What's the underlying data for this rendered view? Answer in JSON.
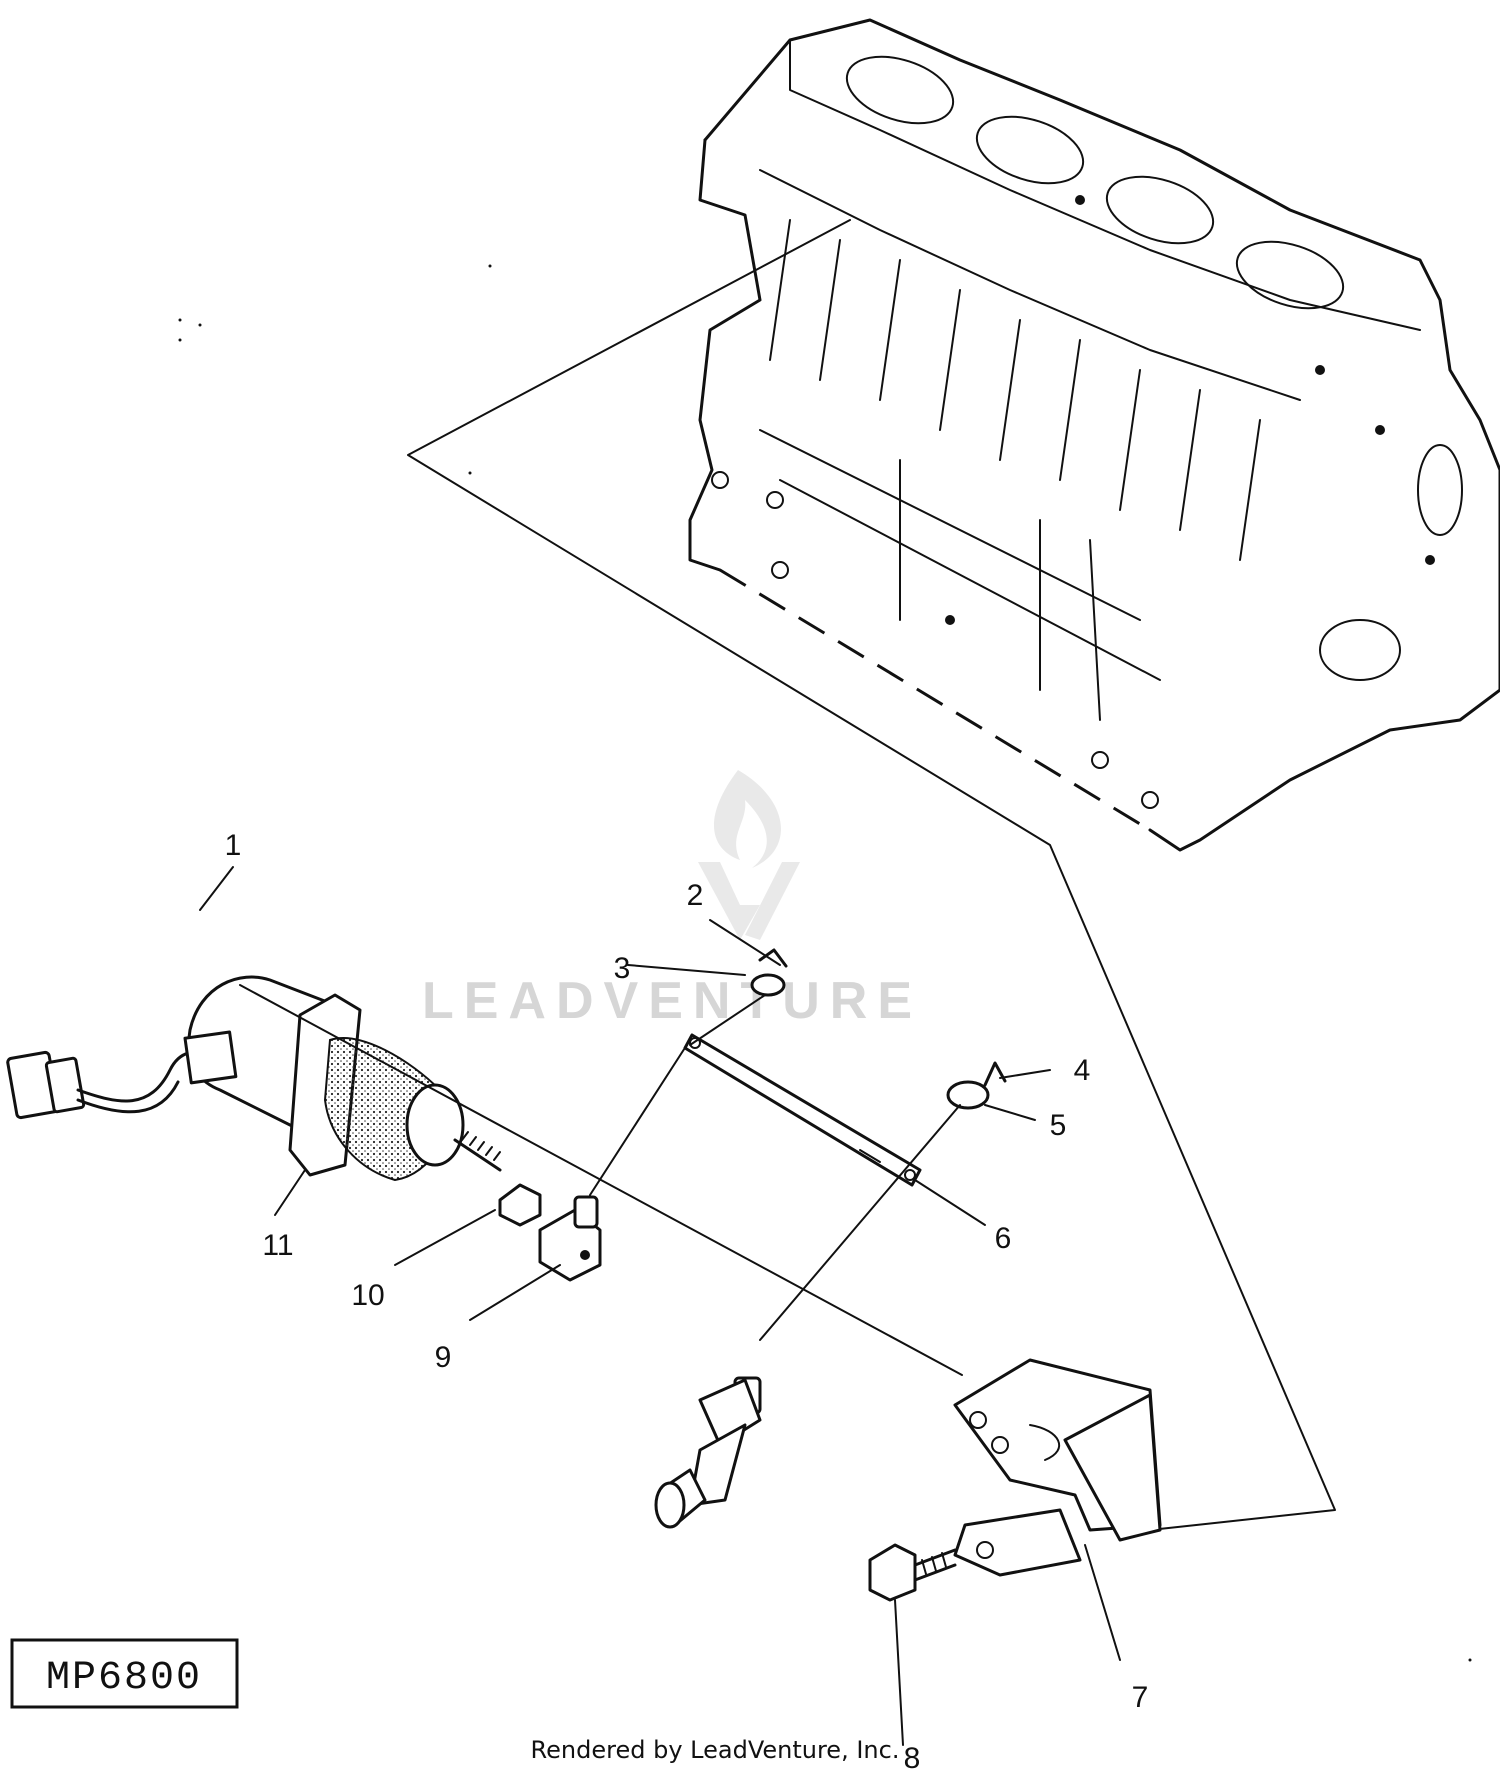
{
  "diagram": {
    "callouts": [
      {
        "id": "1",
        "label": "1"
      },
      {
        "id": "2",
        "label": "2"
      },
      {
        "id": "3",
        "label": "3"
      },
      {
        "id": "4",
        "label": "4"
      },
      {
        "id": "5",
        "label": "5"
      },
      {
        "id": "6",
        "label": "6"
      },
      {
        "id": "7",
        "label": "7"
      },
      {
        "id": "8",
        "label": "8"
      },
      {
        "id": "9",
        "label": "9"
      },
      {
        "id": "10",
        "label": "10"
      },
      {
        "id": "11",
        "label": "11"
      }
    ],
    "figure_code": "MP6800",
    "footer_text": "Rendered by LeadVenture, Inc.",
    "watermark": "LEADVENTURE"
  },
  "colors": {
    "ink": "#111111",
    "watermark": "#d6d6d6",
    "background": "#ffffff"
  },
  "icons": [
    "engine-block-icon",
    "solenoid-icon",
    "lever-icon",
    "bracket-icon",
    "watermark-logo-icon"
  ]
}
